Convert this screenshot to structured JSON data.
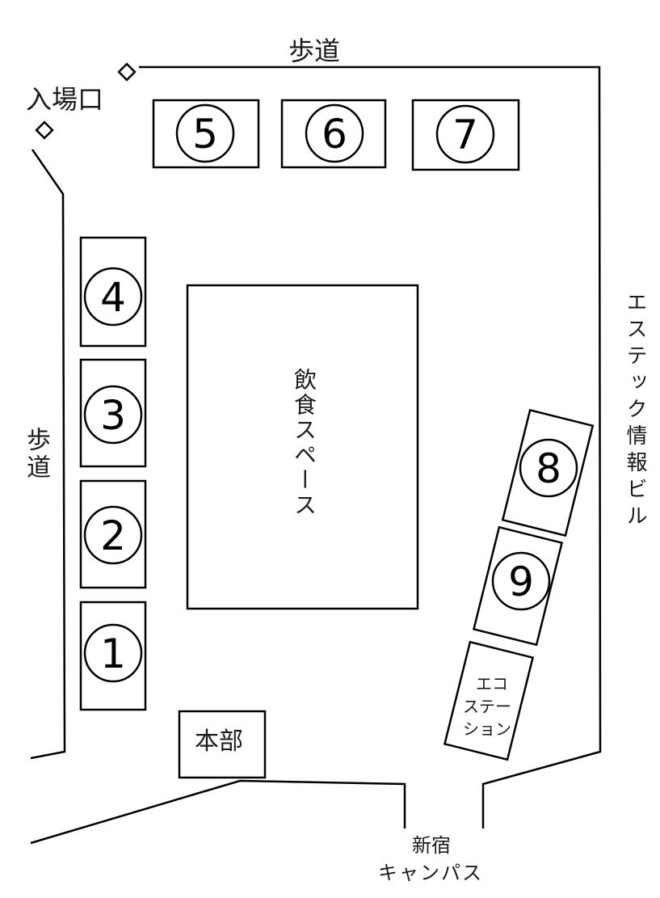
{
  "labels": {
    "sidewalk_top": "歩道",
    "sidewalk_left": "歩道",
    "entrance": "入場口",
    "right_building": "エステック情報ビル",
    "dining": "飲食スペース",
    "headquarters": "本部",
    "campus_line1": "新宿",
    "campus_line2": "キャンパス",
    "eco_line1": "エコ",
    "eco_line2": "ステー",
    "eco_line3": "ション"
  },
  "booths": [
    "①",
    "②",
    "③",
    "④",
    "⑤",
    "⑥",
    "⑦",
    "⑧",
    "⑨"
  ]
}
